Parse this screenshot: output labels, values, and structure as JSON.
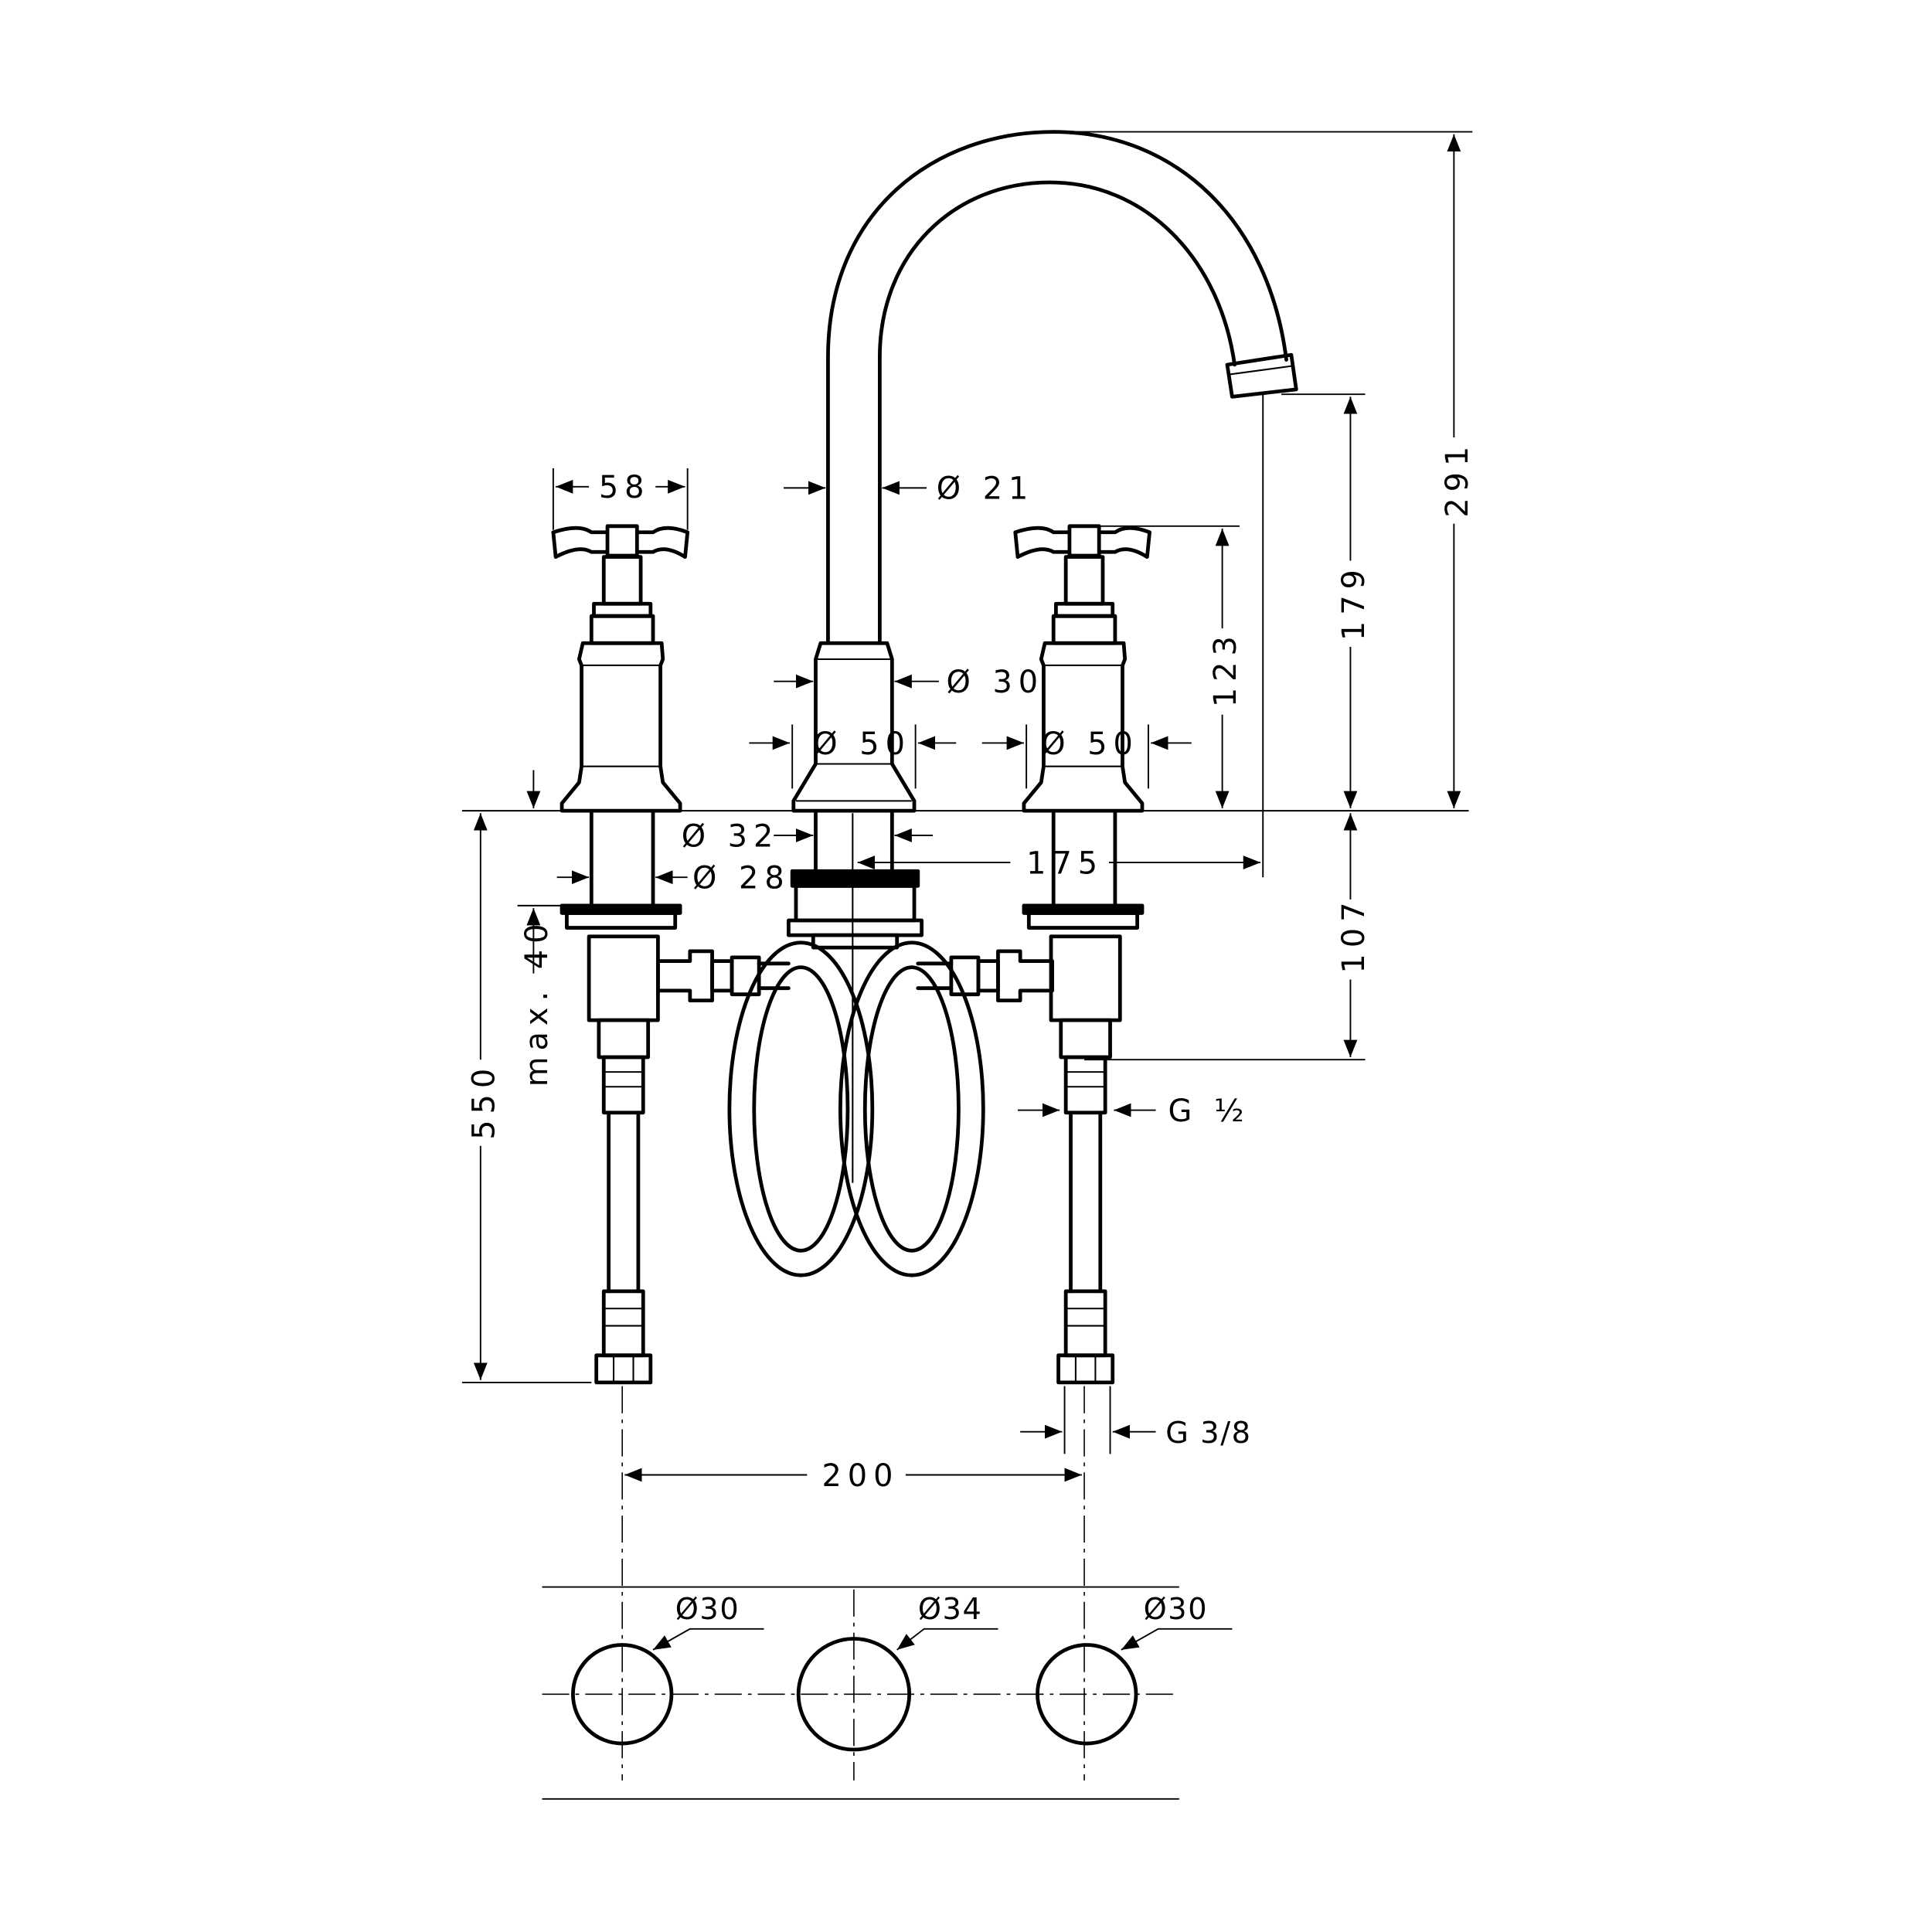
{
  "drawing": {
    "title": "3-hole basin mixer dimension drawing",
    "dimensions": {
      "handle_width": "58",
      "spout_diameter": "Ø 21",
      "spout_base_diameter": "Ø 30",
      "center_rosette": "Ø 50",
      "right_rosette": "Ø 50",
      "handle_height": "123",
      "spout_outlet_height": "179",
      "total_height": "291",
      "center_shank": "Ø 32",
      "valve_shank": "Ø 28",
      "spout_projection": "175",
      "below_deck": "107",
      "max_deck_thickness": "max. 40",
      "hose_length": "550",
      "valve_thread": "G ½",
      "hose_thread": "G 3/8",
      "hole_spacing": "200"
    },
    "cutout": {
      "left_hole": "Ø30",
      "center_hole": "Ø34",
      "right_hole": "Ø30"
    }
  }
}
